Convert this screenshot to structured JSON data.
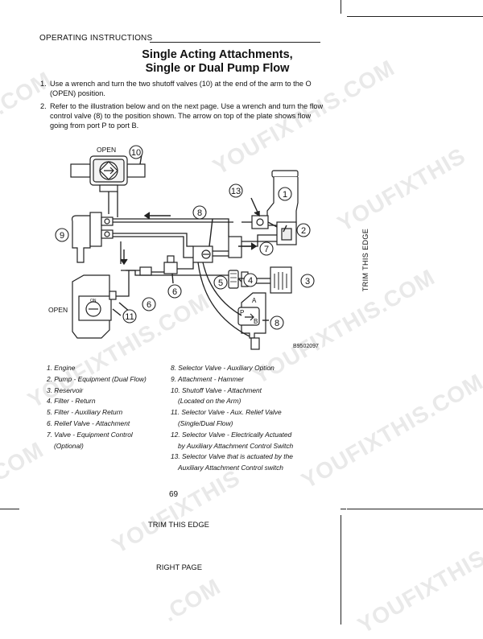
{
  "header": {
    "label": "OPERATING INSTRUCTIONS"
  },
  "title": {
    "line1": "Single Acting Attachments,",
    "line2": "Single or Dual Pump Flow"
  },
  "steps": [
    {
      "num": "1.",
      "text": "Use a wrench and turn the two shutoff valves (10) at the end of the arm to the O (OPEN) position."
    },
    {
      "num": "2.",
      "text": "Refer to the illustration below and on the next page. Use a wrench and turn the flow control valve (8) to the position shown. The arrow on top of the plate shows flow going from port P to port B."
    }
  ],
  "diagram": {
    "labels": {
      "open_top": "OPEN",
      "open_left": "OPEN",
      "on_plate": "ON",
      "port_p": "P",
      "port_a": "A",
      "port_b": "B",
      "figure_code": "B9502097"
    },
    "callouts": [
      "1",
      "2",
      "3",
      "4",
      "5",
      "6",
      "7",
      "8",
      "8",
      "9",
      "10",
      "11",
      "13"
    ]
  },
  "legend": {
    "left": [
      [
        "1. Engine"
      ],
      [
        "2. Pump - Equipment (Dual Flow)"
      ],
      [
        "3. Reservoir"
      ],
      [
        "4. Filter - Return"
      ],
      [
        "5. Filter - Auxiliary Return"
      ],
      [
        "6. Relief Valve - Attachment"
      ],
      [
        "7. Valve - Equipment Control",
        "(Optional)"
      ]
    ],
    "right": [
      [
        "8. Selector Valve - Auxiliary Option"
      ],
      [
        "9. Attachment - Hammer"
      ],
      [
        "10. Shutoff Valve - Attachment",
        "(Located on the Arm)"
      ],
      [
        "11. Selector Valve - Aux. Relief Valve",
        "(Single/Dual Flow)"
      ],
      [
        "12. Selector Valve - Electrically Actuated",
        "by Auxiliary Attachment Control Switch"
      ],
      [
        "13. Selector Valve that is actuated by the",
        "Auxiliary Attachment Control switch"
      ]
    ]
  },
  "page_number": "69",
  "trim_vertical": "TRIM THIS EDGE",
  "trim_bottom": "TRIM THIS EDGE",
  "right_page": "RIGHT PAGE",
  "watermarks": [
    "YOUFIXTHIS.COM",
    "YOUFIXTHIS",
    ".COM"
  ]
}
